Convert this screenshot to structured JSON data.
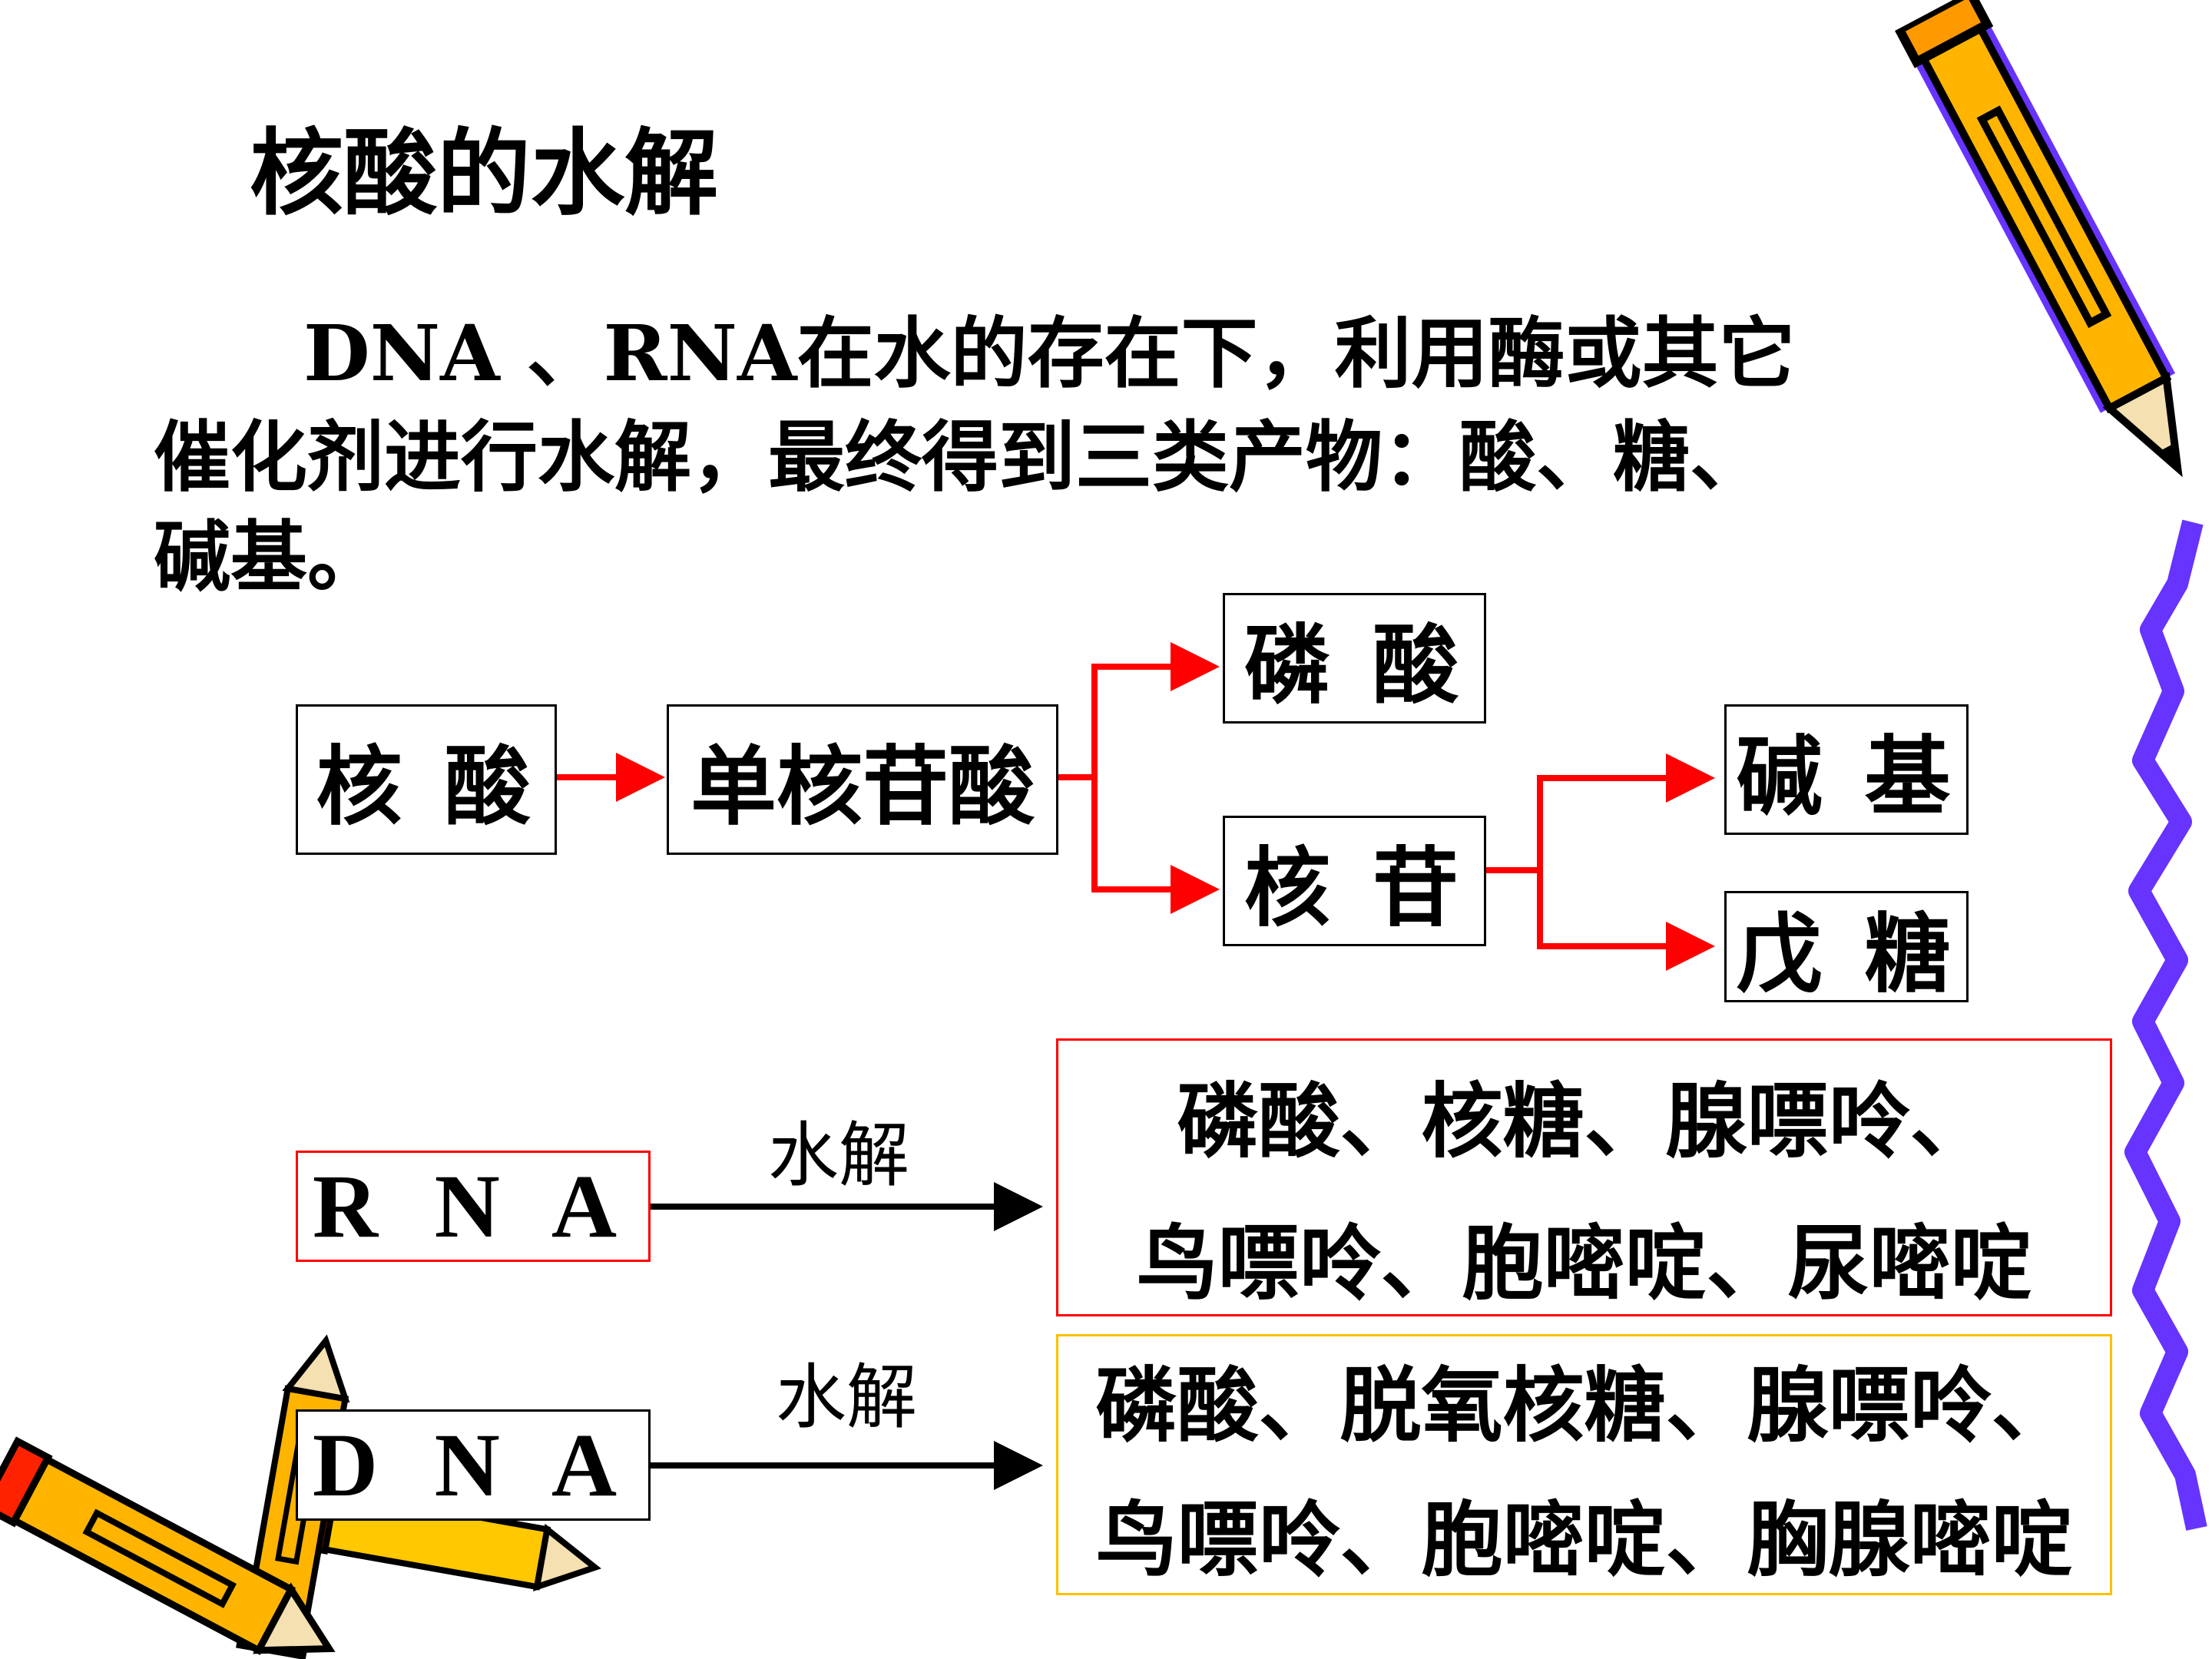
{
  "slide": {
    "title": "核酸的水解",
    "paragraph": {
      "line1": "DNA 、RNA在水的存在下，利用酶或其它",
      "line2": "催化剂进行水解，最终得到三类产物：酸、糖、",
      "line3": "碱基。"
    }
  },
  "flow": {
    "nodes": {
      "nucleic_acid": "核 酸",
      "nucleotide": "单核苷酸",
      "phosphate": "磷 酸",
      "nucleoside": "核 苷",
      "base": "碱 基",
      "pentose": "戊 糖"
    }
  },
  "hydrolysis": {
    "rna": {
      "label": "R N A",
      "arrow_label": "水解",
      "products_line1": "磷酸、核糖、腺嘌呤、",
      "products_line2": "鸟嘌呤、胞嘧啶、尿嘧啶"
    },
    "dna": {
      "label": "D N A",
      "arrow_label": "水解",
      "products_line1": "磷酸、脱氧核糖、腺嘌呤、",
      "products_line2": "鸟嘌呤、胞嘧啶、胸腺嘧啶"
    }
  },
  "colors": {
    "flow_arrow": "#ff0000",
    "rna_product_border": "#ff0000",
    "dna_product_border": "#ffc000",
    "decor_purple": "#6633ff",
    "pencil_yellow": "#ffb400"
  },
  "decorations": {
    "icons": [
      "pencil-icon",
      "pencil-icon",
      "pencil-icon",
      "pencil-icon",
      "wavy-border-icon"
    ]
  }
}
